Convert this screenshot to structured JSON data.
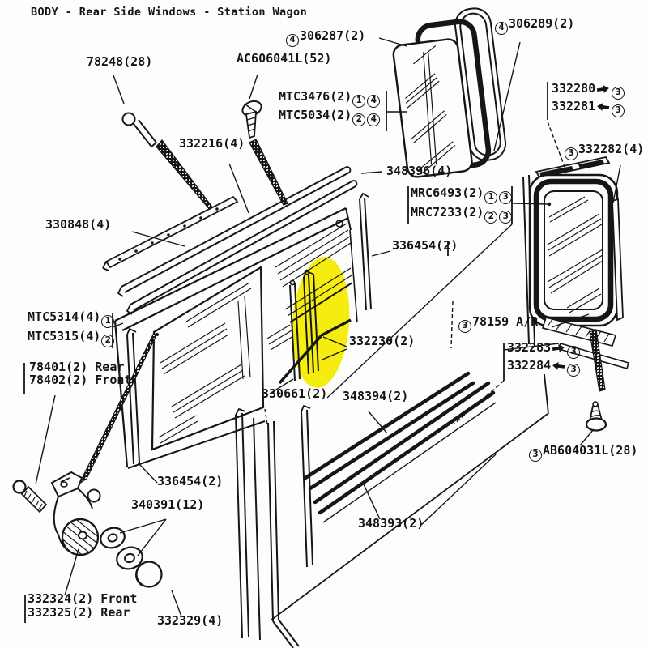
{
  "title": "BODY - Rear Side Windows - Station Wagon",
  "colors": {
    "ink": "#161616",
    "highlight": "#f6ec10",
    "paper": "#fdfdfc"
  },
  "highlighted_part": "332230(2)",
  "parts": {
    "p78248": {
      "label": "78248(28)"
    },
    "ac606041l": {
      "label": "AC606041L(52)"
    },
    "p306287": {
      "badge": "4",
      "label": "306287(2)"
    },
    "p306289": {
      "badge": "4",
      "label": "306289(2)"
    },
    "mtc3476": {
      "label": "MTC3476(2)",
      "badges": [
        "1",
        "4"
      ]
    },
    "mtc5034": {
      "label": "MTC5034(2)",
      "badges": [
        "2",
        "4"
      ]
    },
    "p332280": {
      "label": "332280",
      "arrow": "right",
      "badge": "3"
    },
    "p332281": {
      "label": "332281",
      "arrow": "left",
      "badge": "3"
    },
    "p332216": {
      "label": "332216(4)"
    },
    "p348396": {
      "label": "348396(4)"
    },
    "p332282": {
      "badge": "3",
      "label": "332282(4)"
    },
    "p330848": {
      "label": "330848(4)"
    },
    "mrc6493": {
      "label": "MRC6493(2)",
      "badges": [
        "1",
        "3"
      ]
    },
    "mrc7233": {
      "label": "MRC7233(2)",
      "badges": [
        "2",
        "3"
      ]
    },
    "p336454_upper": {
      "label": "336454(2)"
    },
    "mtc5314": {
      "label": "MTC5314(4)",
      "badges": [
        "1"
      ]
    },
    "mtc5315": {
      "label": "MTC5315(4)",
      "badges": [
        "2"
      ]
    },
    "p332230": {
      "label": "332230(2)"
    },
    "p78159": {
      "badge": "3",
      "label": "78159 A/R"
    },
    "p78401": {
      "label": "78401(2) Rear"
    },
    "p78402": {
      "label": "78402(2) Front"
    },
    "p332283": {
      "label": "332283",
      "arrow": "right",
      "badge": "3"
    },
    "p332284": {
      "label": "332284",
      "arrow": "left",
      "badge": "3"
    },
    "p330661": {
      "label": "330661(2)"
    },
    "p348394": {
      "label": "348394(2)"
    },
    "ab604031l": {
      "badge": "3",
      "label": "AB604031L(28)"
    },
    "p336454_lower": {
      "label": "336454(2)"
    },
    "p340391": {
      "label": "340391(12)"
    },
    "p348393": {
      "label": "348393(2)"
    },
    "p332324": {
      "label": "332324(2) Front"
    },
    "p332325": {
      "label": "332325(2) Rear"
    },
    "p332329": {
      "label": "332329(4)"
    }
  }
}
